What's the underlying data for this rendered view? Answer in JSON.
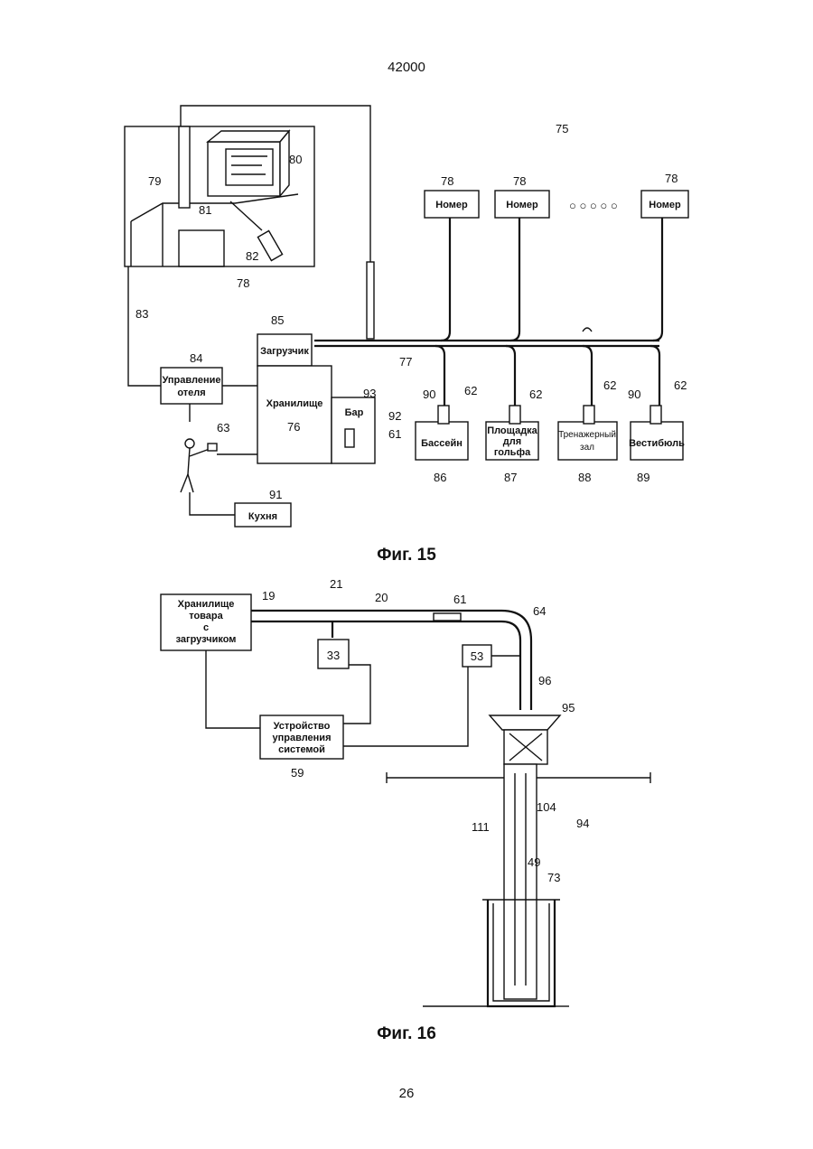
{
  "header": {
    "doc_number": "42000"
  },
  "figures": {
    "fig15": {
      "caption": "Фиг. 15",
      "labels": {
        "n75": "75",
        "n78a": "78",
        "n78b": "78",
        "n78c": "78",
        "n78d": "78",
        "n79": "79",
        "n80": "80",
        "n81": "81",
        "n82": "82",
        "n83": "83",
        "n84": "84",
        "n85": "85",
        "n77": "77",
        "n93": "93",
        "n92": "92",
        "n61": "61",
        "n63": "63",
        "n91": "91",
        "n90a": "90",
        "n62a": "62",
        "n62b": "62",
        "n62c": "62",
        "n90b": "90",
        "n62d": "62",
        "n86": "86",
        "n87": "87",
        "n88": "88",
        "n89": "89",
        "n76": "76"
      },
      "room_a": "Номер",
      "room_b": "Номер",
      "room_c": "Номер",
      "loader": "Загрузчик",
      "hotel_mgmt_l1": "Управление",
      "hotel_mgmt_l2": "отеля",
      "storage": "Хранилище",
      "bar": "Бар",
      "pool": "Бассейн",
      "golf_l1": "Площадка",
      "golf_l2": "для",
      "golf_l3": "гольфа",
      "gym_l1": "Тренажерный",
      "gym_l2": "зал",
      "lobby": "Вестибюль",
      "kitchen": "Кухня",
      "ellipsis": "○ ○ ○ ○ ○"
    },
    "fig16": {
      "caption": "Фиг. 16",
      "labels": {
        "n21": "21",
        "n19": "19",
        "n20": "20",
        "n61": "61",
        "n64": "64",
        "n33": "33",
        "n53": "53",
        "n96": "96",
        "n95": "95",
        "n59": "59",
        "n111": "111",
        "n104": "104",
        "n94": "94",
        "n49": "49",
        "n73": "73"
      },
      "storage_l1": "Хранилище",
      "storage_l2": "товара",
      "storage_l3": "с",
      "storage_l4": "загрузчиком",
      "ctrl_l1": "Устройство",
      "ctrl_l2": "управления",
      "ctrl_l3": "системой"
    }
  },
  "page_number": "26"
}
